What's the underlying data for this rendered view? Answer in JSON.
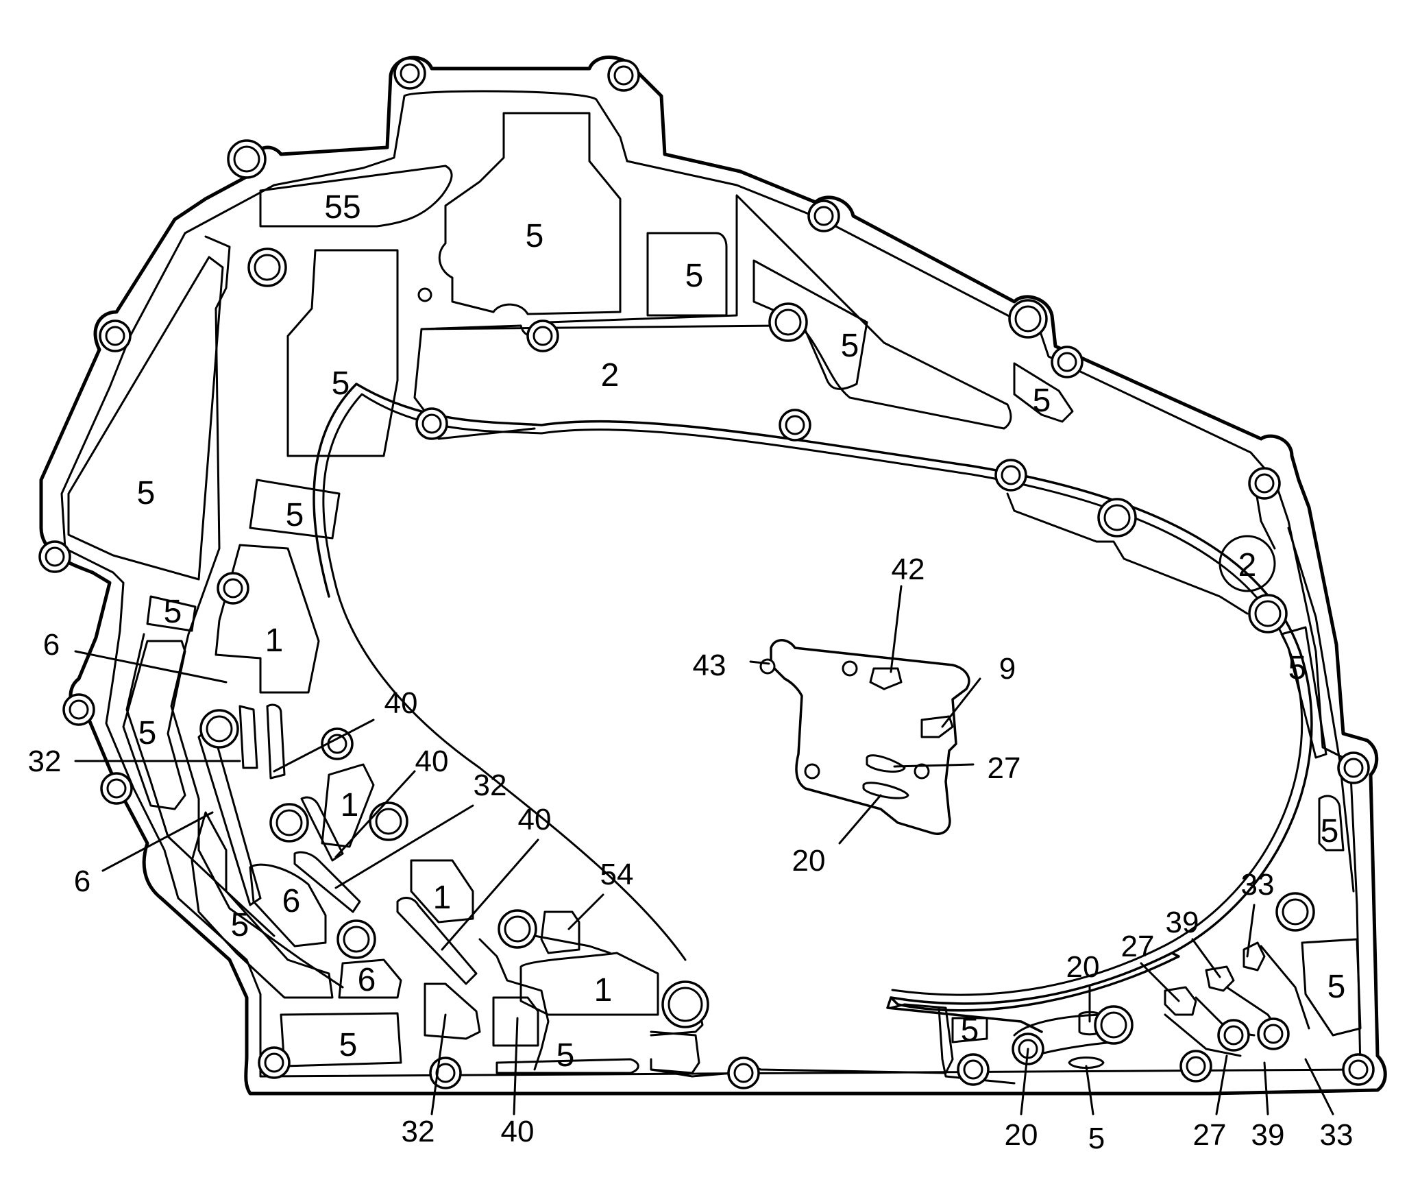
{
  "part_labels": {
    "p55": "55",
    "p5_top_center": "5",
    "p5_top_small": "5",
    "p5_upper_mid": "5",
    "p5_tall_left": "5",
    "p5_far_left": "5",
    "p5_slanted_right": "5",
    "p5_right_notch": "5",
    "p2_channel": "2",
    "p2_circle": "2",
    "p5_small_block": "5",
    "p5_small_left": "5",
    "p1_upper": "1",
    "p5_right_edge": "5",
    "p5_left_lower": "5",
    "p5_right_small": "5",
    "p1_mid": "1",
    "p1_center": "1",
    "p6_a": "6",
    "p6_b": "6",
    "p5_lower_left": "5",
    "p5_bottom_left": "5",
    "p1_bottom": "1",
    "p5_bottom_slot": "5",
    "p5_bottom_right_box": "5",
    "p5_far_right_box": "5"
  },
  "callouts": {
    "c42": "42",
    "c43": "43",
    "c9": "9",
    "c27_center": "27",
    "c20_center": "20",
    "c6_upper": "6",
    "c40_upper": "40",
    "c32_left": "32",
    "c40_mid": "40",
    "c32_mid": "32",
    "c40_lower": "40",
    "c6_lower": "6",
    "c54": "54",
    "c32_bottom": "32",
    "c40_bottom": "40",
    "c20_upper_right": "20",
    "c20_bottom": "20",
    "c5_bottom": "5",
    "c27_upper_right": "27",
    "c39_upper_right": "39",
    "c33_upper_right": "33",
    "c27_bottom": "27",
    "c39_bottom": "39",
    "c33_bottom": "33"
  }
}
